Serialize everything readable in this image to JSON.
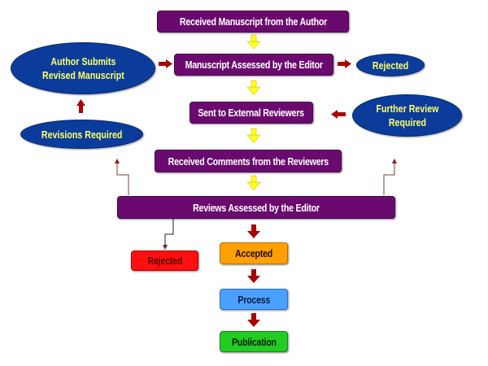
{
  "diagram": {
    "title": "Manuscript Review Workflow",
    "nodes": {
      "received_manuscript": "Received Manuscript from the Author",
      "manuscript_assessed": "Manuscript Assessed by the Editor",
      "rejected_initial": "Rejected",
      "author_submits_line1": "Author Submits",
      "author_submits_line2": "Revised Manuscript",
      "revisions_required": "Revisions Required",
      "sent_to_reviewers": "Sent to External Reviewers",
      "further_review_line1": "Further Review",
      "further_review_line2": "Required",
      "received_comments": "Received Comments from the Reviewers",
      "reviews_assessed": "Reviews Assessed by the Editor",
      "rejected_final": "Rejected",
      "accepted": "Accepted",
      "process": "Process",
      "publication": "Publication"
    },
    "colors": {
      "step": "#6a0a6e",
      "decision_oval": "#0b3c9c",
      "oval_text": "#ffff66",
      "flow_arrow": "#ffff22",
      "branch_arrow": "#aa0000",
      "rejected": "#ff1010",
      "accepted": "#ffa000",
      "process": "#4aa0ff",
      "publication": "#22cc22"
    }
  }
}
